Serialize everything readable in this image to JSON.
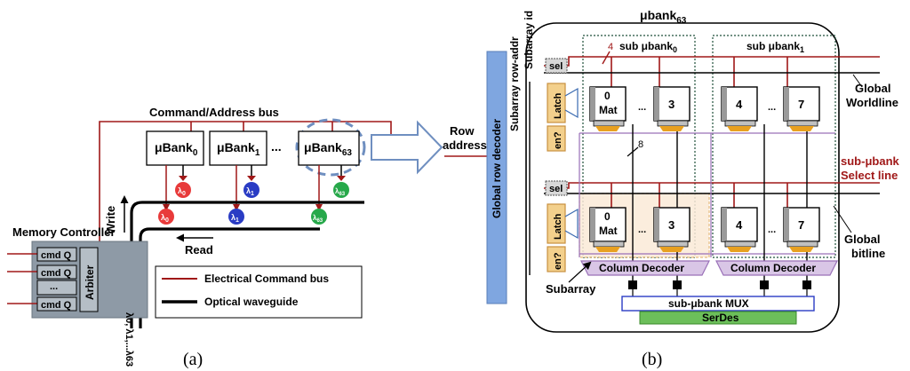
{
  "colors": {
    "electrical_red": "#a01818",
    "waveguide_black": "#000000",
    "controller_gray": "#8e9aa6",
    "decoder_blue": "#7fa6e0",
    "column_decoder_purple": "#d9c6e6",
    "serdes_green": "#6cbf5a",
    "latch_orange": "#f3d08c",
    "mat_gray": "#b8b8b8",
    "arrow_blue": "#6f8fc0"
  },
  "panel_a": {
    "caption": "(a)",
    "bus_label": "Command/Address bus",
    "memory_controller": "Memory Controller",
    "cmd_queue_label": "cmd Q",
    "cmd_ellipsis": "...",
    "arbiter": "Arbiter",
    "write_label": "Write",
    "read_label": "Read",
    "wavelength_stack": "λ0, λ1,...λ63",
    "banks": [
      {
        "base": "μBank",
        "sub": "0"
      },
      {
        "base": "μBank",
        "sub": "1"
      },
      {
        "base": "μBank",
        "sub": "63"
      }
    ],
    "bank_ellipsis": "...",
    "upper_rings": [
      {
        "base": "λ",
        "sub": "0",
        "color": "#e83a3a"
      },
      {
        "base": "λ",
        "sub": "1",
        "color": "#2a3cc4"
      },
      {
        "base": "λ",
        "sub": "63",
        "color": "#27a84a"
      }
    ],
    "lower_rings": [
      {
        "base": "λ",
        "sub": "0",
        "color": "#e83a3a"
      },
      {
        "base": "λ",
        "sub": "1",
        "color": "#2a3cc4"
      },
      {
        "base": "λ",
        "sub": "63",
        "color": "#27a84a"
      }
    ],
    "legend": {
      "electrical": "Electrical Command bus",
      "optical": "Optical waveguide"
    }
  },
  "panel_b": {
    "caption": "(b)",
    "title_base": "μbank",
    "title_sub": "63",
    "row_address": [
      "Row",
      "address"
    ],
    "global_row_decoder": "Global row decoder",
    "subarray_row_addr": "Subarray row-addr",
    "subarray_id": "Subarray id",
    "sub_ubanks": [
      {
        "base": "sub μbank",
        "sub": "0"
      },
      {
        "base": "sub μbank",
        "sub": "1"
      }
    ],
    "sel": "sel",
    "latch": "Latch",
    "en": "en?",
    "mats_top": [
      "0",
      "3",
      "4",
      "7"
    ],
    "mat_word": "Mat",
    "mat_ellipsis": "...",
    "bus_width_4": "4",
    "bus_width_8": "8",
    "global_wordline": [
      "Global",
      "Worldline"
    ],
    "select_line": [
      "sub-μbank",
      "Select line"
    ],
    "global_bitline": [
      "Global",
      "bitline"
    ],
    "column_decoder": "Column Decoder",
    "subarray": "Subarray",
    "mux": "sub-μbank MUX",
    "serdes": "SerDes"
  }
}
